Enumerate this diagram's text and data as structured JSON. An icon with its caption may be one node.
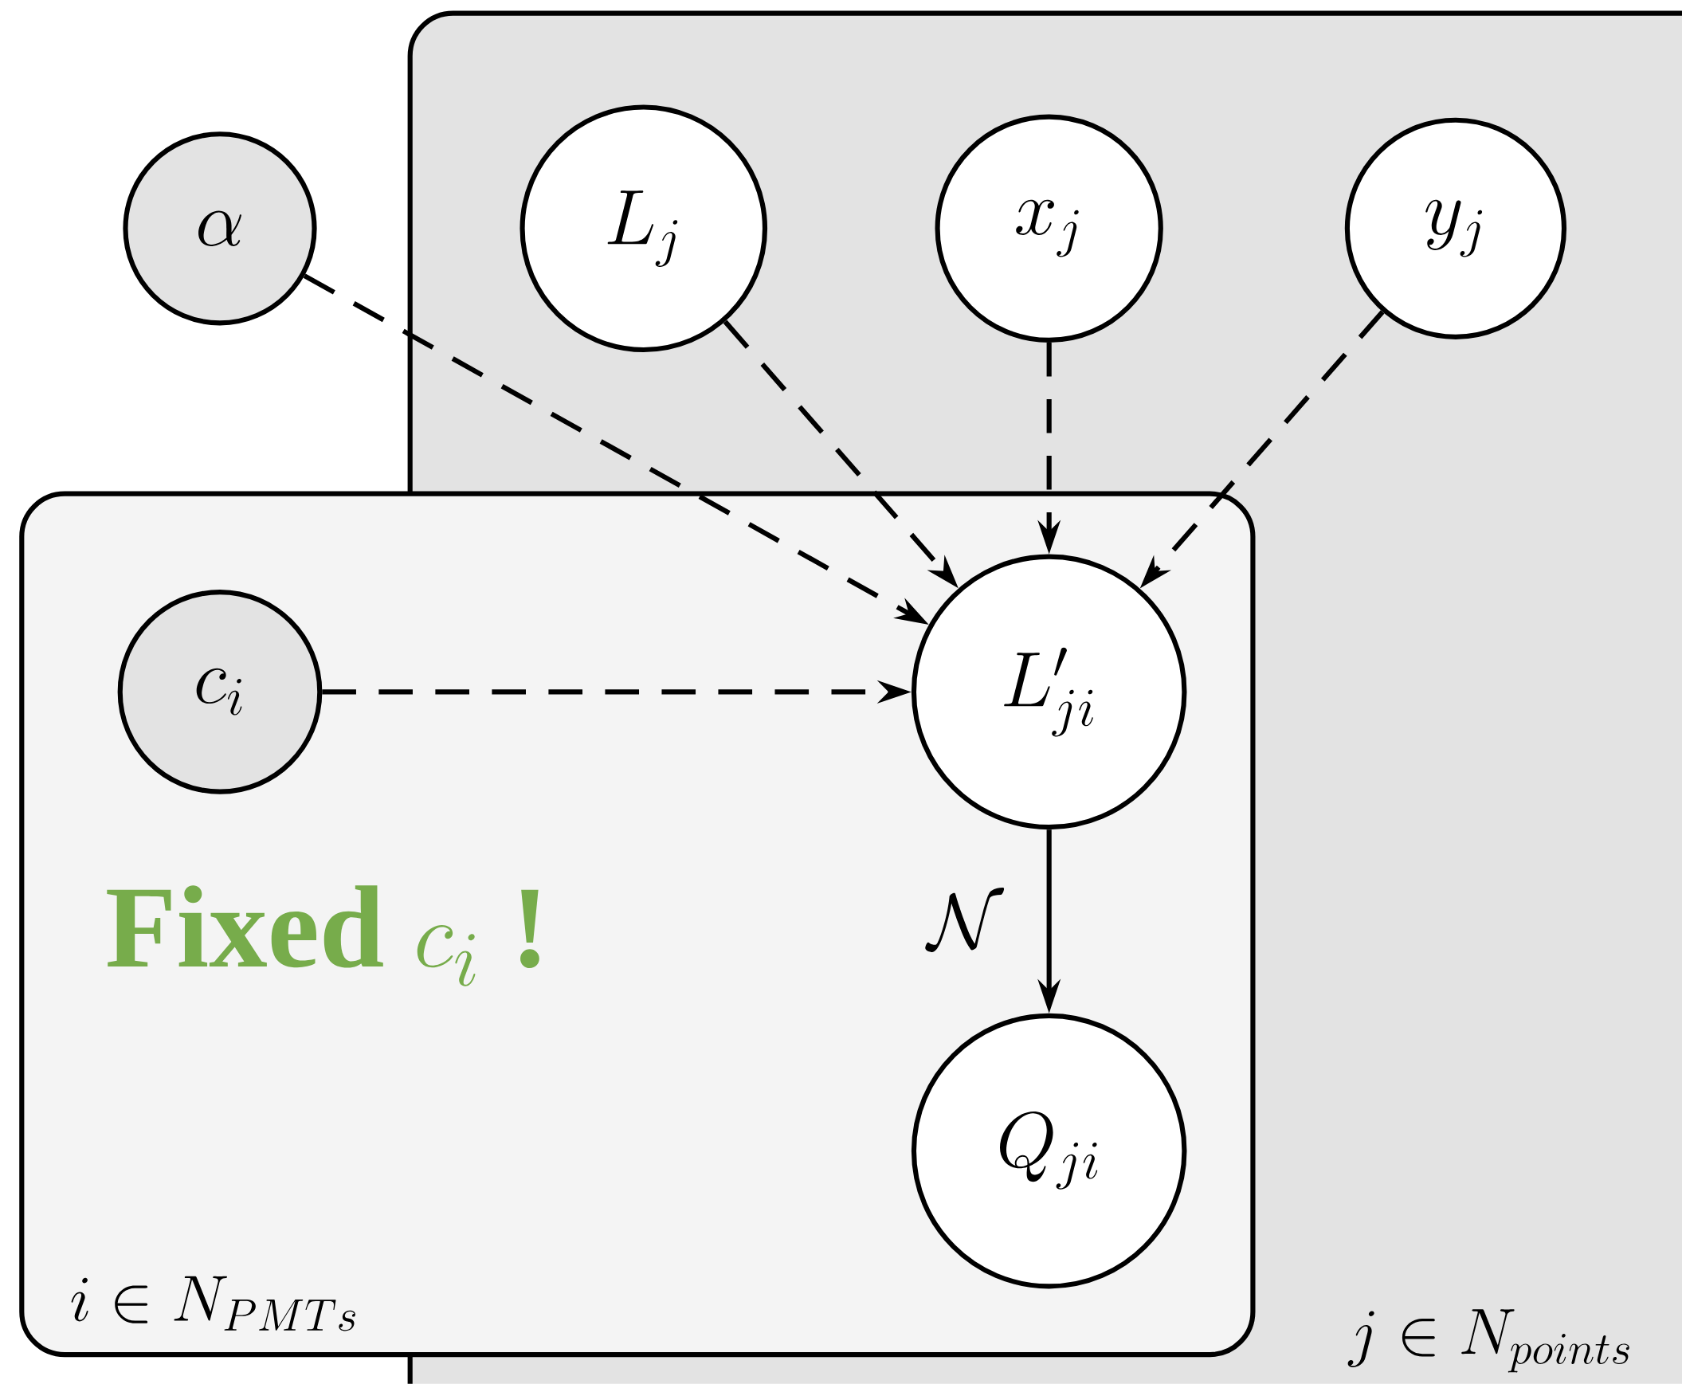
{
  "diagram": {
    "nodes": [
      {
        "text": [
          "j \\in N_{points}"
        ]
      },
      {
        "text": [
          "\\alpha"
        ]
      },
      {
        "text": [
          "L_j"
        ],
        "in": 0
      },
      {
        "text": [
          "x_j"
        ],
        "in": 0
      },
      {
        "text": [
          "y_j"
        ],
        "in": 0
      },
      {
        "text": [
          "i \\in N_{PMTs}"
        ]
      },
      {
        "text": [
          "c_i"
        ],
        "in": 5
      },
      {
        "text": [
          "L'_{ji}"
        ]
      },
      {
        "text": [
          "Q_{ji}"
        ]
      }
    ],
    "edges": [
      {
        "from": 1,
        "to": 7,
        "arrow": "to",
        "style": "dashed"
      },
      {
        "from": 2,
        "to": 7,
        "arrow": "to",
        "style": "dashed"
      },
      {
        "from": 3,
        "to": 7,
        "arrow": "to",
        "style": "dashed"
      },
      {
        "from": 4,
        "to": 7,
        "arrow": "to",
        "style": "dashed"
      },
      {
        "from": 6,
        "to": 7,
        "arrow": "to",
        "style": "dashed"
      },
      {
        "from": 7,
        "to": 8,
        "arrow": "to",
        "label": "\\mathcal{N}"
      }
    ],
    "labels": [
      "\\textbf{Fixed}\\ c_i\\ \\textbf{!}"
    ]
  }
}
